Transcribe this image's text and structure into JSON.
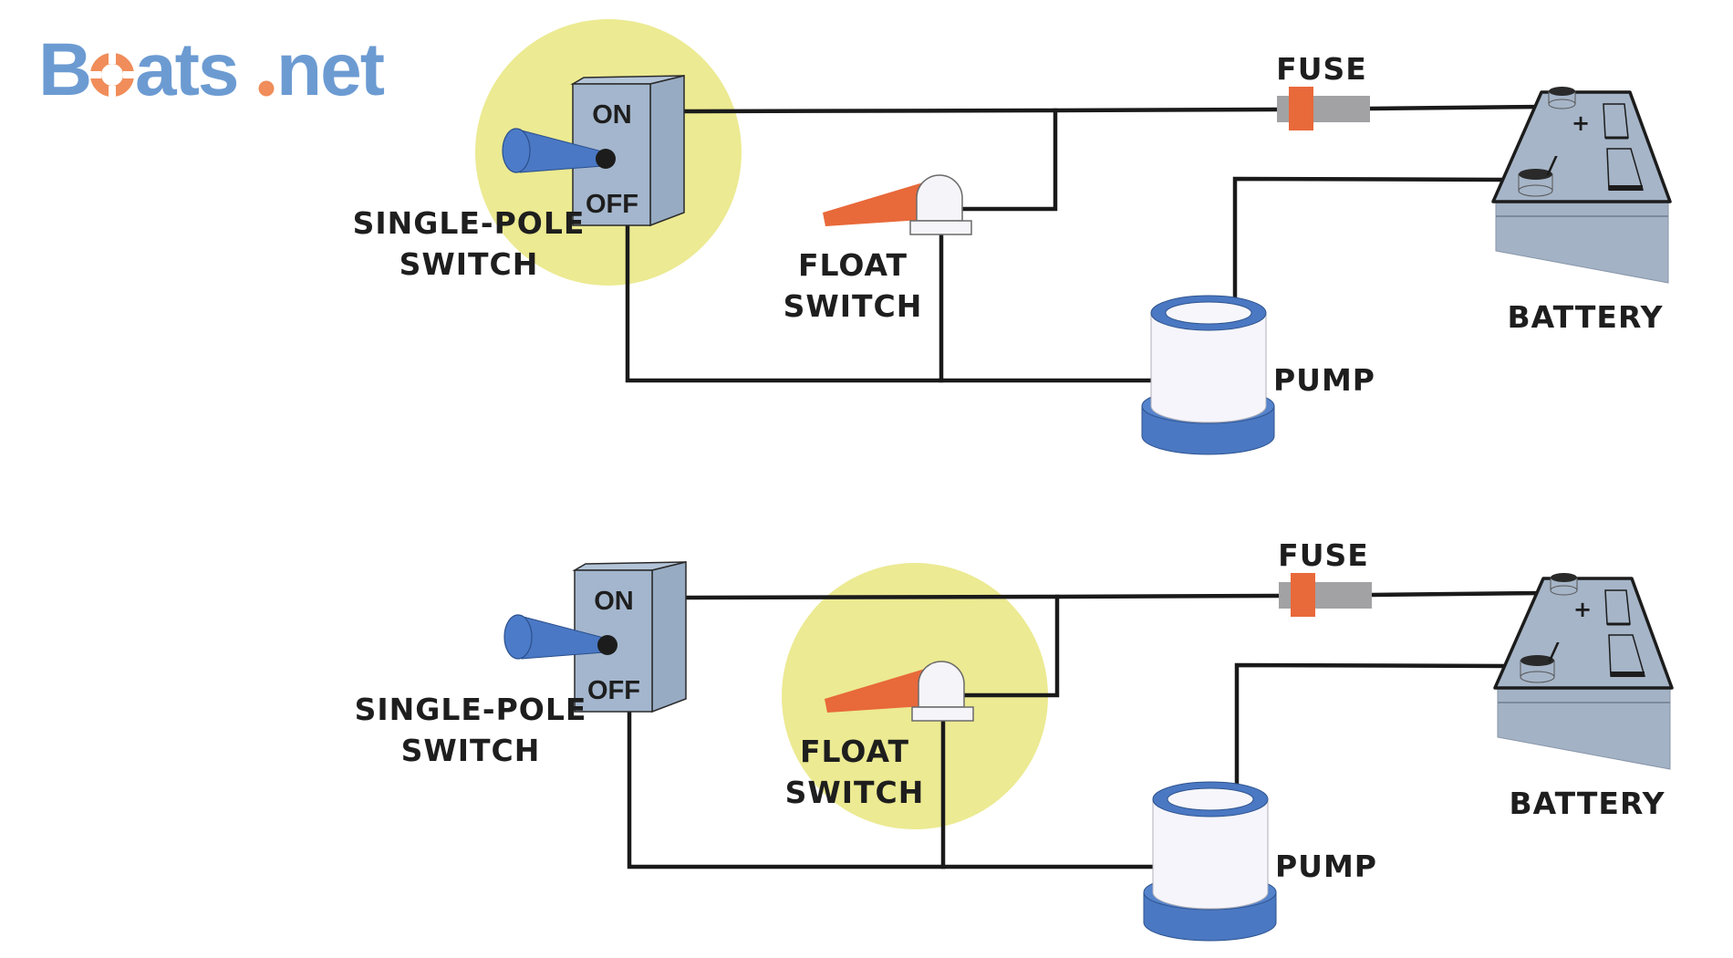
{
  "logo": {
    "text_before": "B",
    "text_after": "ats",
    "dot": ".",
    "tld": "net",
    "brand_blue": "#6c9bd2",
    "brand_orange": "#f08d5a"
  },
  "colors": {
    "highlight": "#ecea92",
    "switch_body": "#a3b6cd",
    "toggle_blue": "#4a78c4",
    "float_lever": "#e8693a",
    "fuse_band": "#e8693a",
    "fuse_body": "#a2a2a4",
    "battery_body": "#a3b2c5",
    "pump_blue": "#4b78c2",
    "pump_white": "#f6f5fb",
    "wire": "#1a1a1a"
  },
  "diagrams": [
    {
      "highlighted_component": "single-pole-switch",
      "single_pole_switch": {
        "label_line1": "SINGLE-POLE",
        "label_line2": "SWITCH",
        "on_text": "ON",
        "off_text": "OFF"
      },
      "float_switch": {
        "label_line1": "FLOAT",
        "label_line2": "SWITCH"
      },
      "fuse": {
        "label": "FUSE"
      },
      "battery": {
        "label": "BATTERY",
        "plus": "+",
        "minus": "/"
      },
      "pump": {
        "label": "PUMP"
      }
    },
    {
      "highlighted_component": "float-switch",
      "single_pole_switch": {
        "label_line1": "SINGLE-POLE",
        "label_line2": "SWITCH",
        "on_text": "ON",
        "off_text": "OFF"
      },
      "float_switch": {
        "label_line1": "FLOAT",
        "label_line2": "SWITCH"
      },
      "fuse": {
        "label": "FUSE"
      },
      "battery": {
        "label": "BATTERY",
        "plus": "+",
        "minus": "/"
      },
      "pump": {
        "label": "PUMP"
      }
    }
  ]
}
